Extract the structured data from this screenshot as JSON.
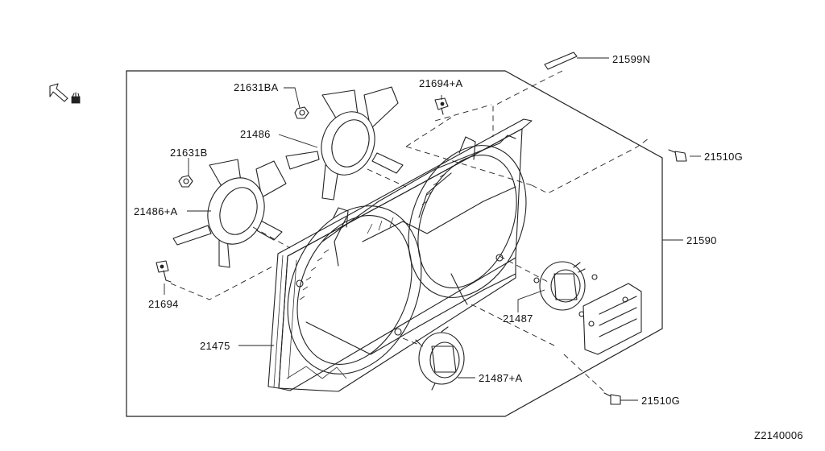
{
  "diagram": {
    "code": "Z2140006",
    "callouts": {
      "p21599N": "21599N",
      "p21694A": "21694+A",
      "p21631BA": "21631BA",
      "p21486": "21486",
      "p21631B": "21631B",
      "p21486A": "21486+A",
      "p21694": "21694",
      "p21510G_top": "21510G",
      "p21590": "21590",
      "p21487": "21487",
      "p21475": "21475",
      "p21487A": "21487+A",
      "p21510G_bottom": "21510G"
    }
  }
}
